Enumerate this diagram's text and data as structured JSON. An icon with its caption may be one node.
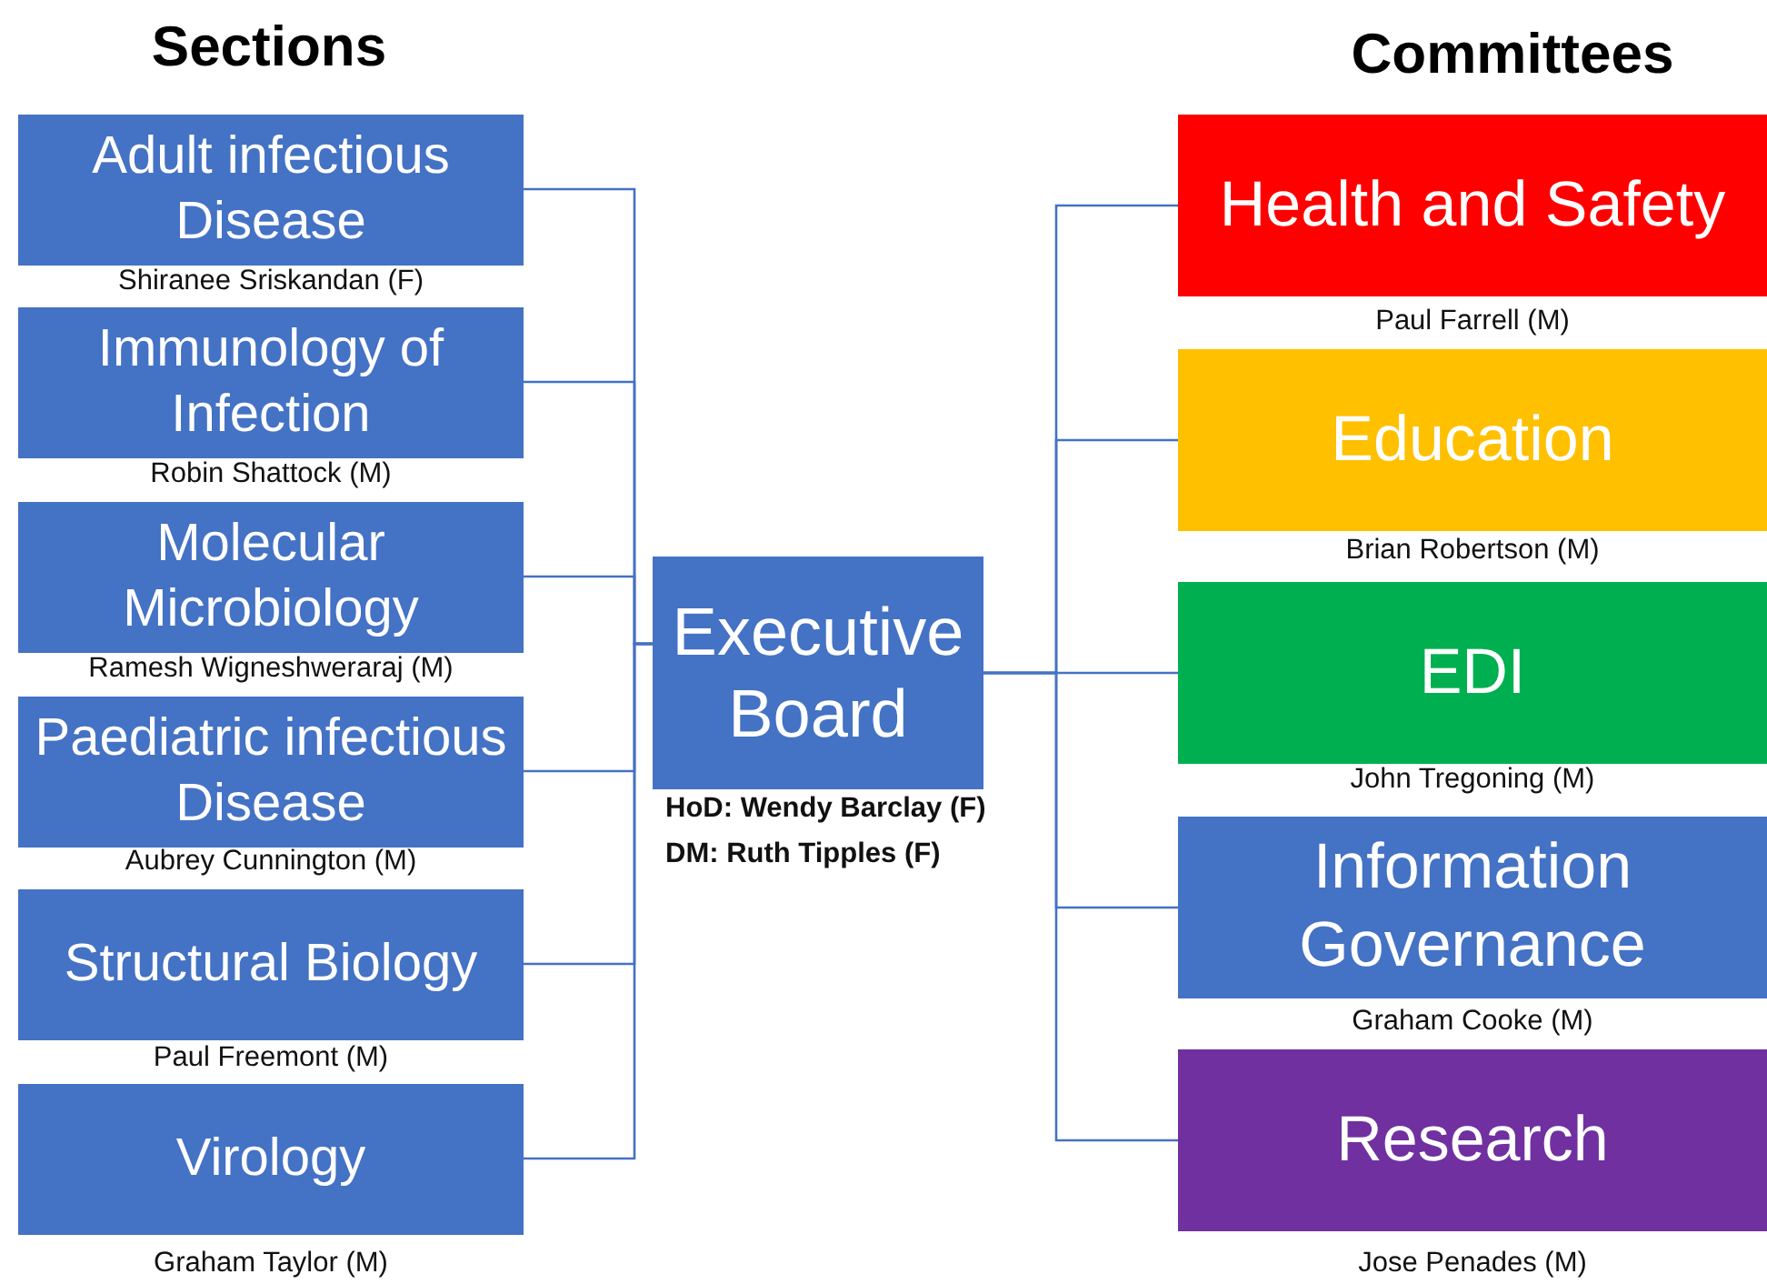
{
  "diagram": {
    "nodes": [
      {
        "text": [
          "Adult infectious Disease"
        ],
        "beside": [
          "Shiranee Sriskandan (F)"
        ]
      },
      {
        "text": [
          "Immunology of Infection"
        ],
        "beside": [
          "Robin Shattock (M)"
        ]
      },
      {
        "text": [
          "Molecular Microbiology"
        ],
        "beside": [
          "Ramesh Wigneshweraraj (M)"
        ]
      },
      {
        "text": [
          "Paediatric infectious Disease"
        ],
        "beside": [
          "Aubrey Cunnington (M)"
        ]
      },
      {
        "text": [
          "Structural Biology"
        ],
        "beside": [
          "Paul Freemont (M)"
        ]
      },
      {
        "text": [
          "Virology"
        ],
        "beside": [
          "Graham Taylor (M)"
        ]
      },
      {
        "text": [
          "Executive Board"
        ],
        "beside": [
          "HoD: Wendy Barclay (F)",
          "DM: Ruth Tipples (F)"
        ]
      },
      {
        "text": [
          "Health and Safety"
        ],
        "beside": [
          "Paul Farrell (M)"
        ]
      },
      {
        "text": [
          "Education"
        ],
        "beside": [
          "Brian Robertson (M)"
        ]
      },
      {
        "text": [
          "EDI"
        ],
        "beside": [
          "John Tregoning (M)"
        ]
      },
      {
        "text": [
          "Information Governance"
        ],
        "beside": [
          "Graham Cooke (M)"
        ]
      },
      {
        "text": [
          "Research"
        ],
        "beside": [
          "Jose Penades (M)"
        ]
      }
    ],
    "edges": [
      {
        "from": 6,
        "to": 0,
        "arrow": "none"
      },
      {
        "from": 6,
        "to": 1,
        "arrow": "none"
      },
      {
        "from": 6,
        "to": 2,
        "arrow": "none"
      },
      {
        "from": 6,
        "to": 3,
        "arrow": "none"
      },
      {
        "from": 6,
        "to": 4,
        "arrow": "none"
      },
      {
        "from": 6,
        "to": 5,
        "arrow": "none"
      },
      {
        "from": 6,
        "to": 7,
        "arrow": "none"
      },
      {
        "from": 6,
        "to": 8,
        "arrow": "none"
      },
      {
        "from": 6,
        "to": 9,
        "arrow": "none"
      },
      {
        "from": 6,
        "to": 10,
        "arrow": "none"
      },
      {
        "from": 6,
        "to": 11,
        "arrow": "none"
      }
    ],
    "labels": [
      "Sections",
      "Committees"
    ]
  }
}
